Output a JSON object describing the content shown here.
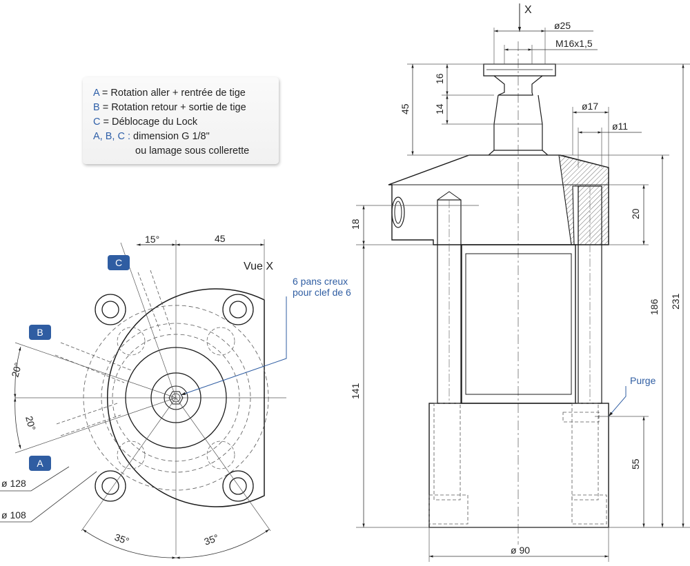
{
  "legend": {
    "line_a_key": "A",
    "line_a_text": "Rotation aller + rentrée de tige",
    "line_b_key": "B",
    "line_b_text": "Rotation retour + sortie de tige",
    "line_c_key": "C",
    "line_c_text": "Déblocage du Lock",
    "line_d_key": "A, B, C :",
    "line_d_text": "dimension G 1/8\"",
    "line_e_text": "ou lamage sous collerette"
  },
  "badges": {
    "a": "A",
    "b": "B",
    "c": "C"
  },
  "left_view": {
    "title": "Vue X",
    "dim_15deg": "15°",
    "dim_45": "45",
    "dim_20deg_upper": "20°",
    "dim_20deg_lower": "20°",
    "dim_35deg_left": "35°",
    "dim_35deg_right": "35°",
    "dim_d128": "ø 128",
    "dim_d108": "ø 108",
    "hex_note_line1": "6 pans creux",
    "hex_note_line2": "pour clef de 6"
  },
  "right_view": {
    "view_marker": "X",
    "dim_d25": "ø25",
    "dim_thread": "M16x1,5",
    "dim_16": "16",
    "dim_14": "14",
    "dim_45": "45",
    "dim_d17": "ø17",
    "dim_d11": "ø11",
    "dim_20": "20",
    "dim_18": "18",
    "dim_186": "186",
    "dim_231": "231",
    "dim_141": "141",
    "dim_55": "55",
    "dim_d90": "ø 90",
    "purge_label": "Purge"
  },
  "colors": {
    "accent": "#2f5da2",
    "line": "#1a1a1a",
    "thin": "#444444"
  }
}
